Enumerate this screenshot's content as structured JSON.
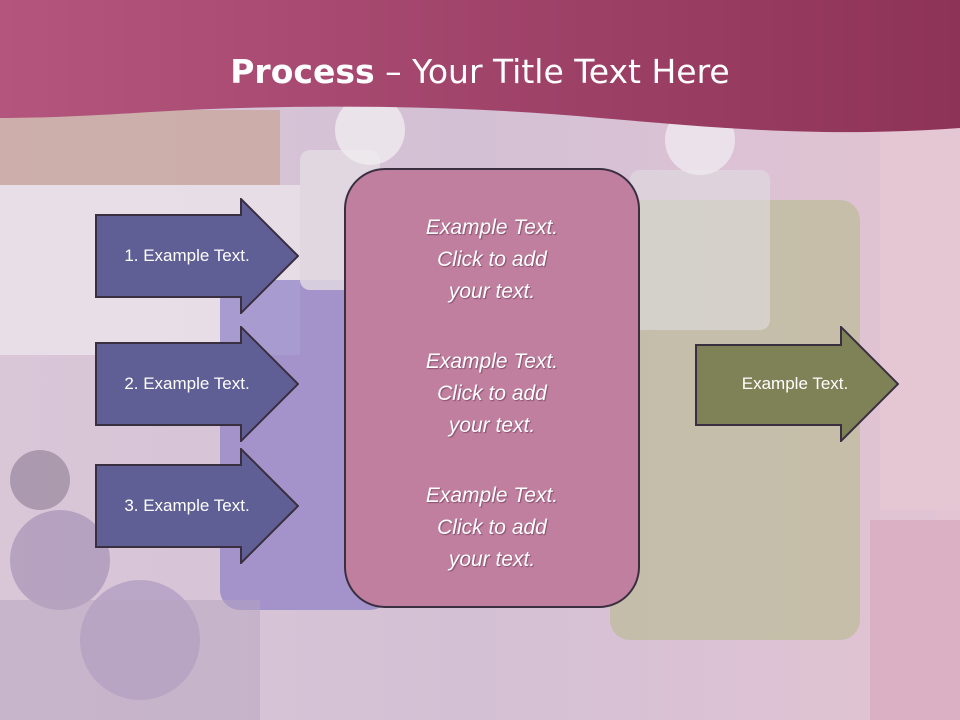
{
  "title": {
    "bold": "Process",
    "rest": " – Your Title Text Here"
  },
  "left_arrows": [
    {
      "label": "1. Example Text."
    },
    {
      "label": "2. Example Text."
    },
    {
      "label": "3. Example Text."
    }
  ],
  "center_blocks": [
    {
      "line1": "Example Text.",
      "line2": "Click  to add",
      "line3": "your text."
    },
    {
      "line1": "Example Text.",
      "line2": "Click  to add",
      "line3": "your text."
    },
    {
      "line1": "Example Text.",
      "line2": "Click  to add",
      "line3": "your text."
    }
  ],
  "right_arrow": {
    "label": "Example Text."
  },
  "colors": {
    "header": "#a8466e",
    "left_arrow_fill": "#5f5f96",
    "right_arrow_fill": "#7f8257",
    "center_box_fill": "#c07f9f",
    "outline": "#3a2f40"
  }
}
